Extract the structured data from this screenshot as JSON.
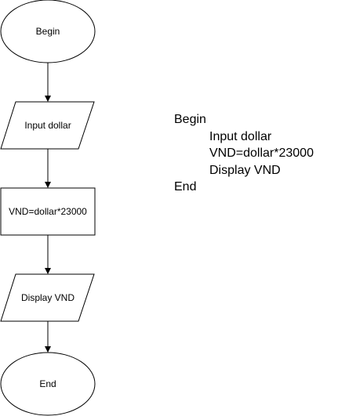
{
  "flowchart": {
    "nodes": [
      {
        "shape": "ellipse",
        "label": "Begin"
      },
      {
        "shape": "parallelogram",
        "label": "Input dollar"
      },
      {
        "shape": "rectangle",
        "label": "VND=dollar*23000"
      },
      {
        "shape": "parallelogram",
        "label": "Display VND"
      },
      {
        "shape": "ellipse",
        "label": "End"
      }
    ],
    "stroke_color": "#000000",
    "fill_color": "#ffffff"
  },
  "pseudocode": {
    "lines": [
      {
        "text": "Begin",
        "indent": 0
      },
      {
        "text": "Input dollar",
        "indent": 1
      },
      {
        "text": "VND=dollar*23000",
        "indent": 1
      },
      {
        "text": "Display VND",
        "indent": 1
      },
      {
        "text": "End",
        "indent": 0
      }
    ]
  }
}
